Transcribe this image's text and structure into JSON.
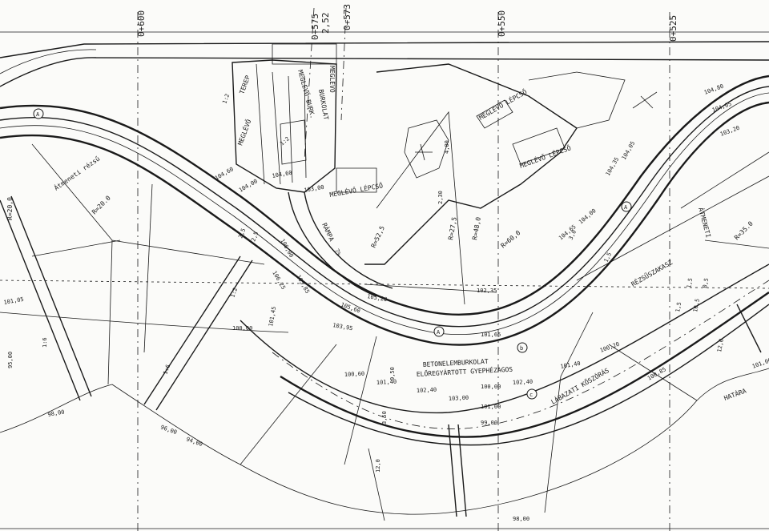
{
  "chainage_marks": [
    "0+600",
    "0+575",
    "0+573",
    "0+550",
    "0+525"
  ],
  "chainage_extra": "2,52",
  "labels": {
    "megl_top": "MEGLÉVŐ",
    "burkolat": "BURKOLAT",
    "megl_burk": "MEGLÉVŐ BURK.",
    "terep": "TEREP",
    "slope_12a": "1:2",
    "slope_12b": "1:2",
    "megl_left": "MEGLÉVŐ",
    "megl_lepcso1": "MEGLÉVŐ LÉPCSŐ",
    "megl_lepcso2": "MEGLÉVŐ LÉPCSŐ",
    "megl_lepcso3": "MEGLÉVŐ LÉPCSŐ",
    "rampa": "RÁMPA",
    "rampa_pct": "7%",
    "rezsu_left": "Átmeneti rézsű",
    "rezsu_left_r": "R=20.0",
    "rezsu_right": "ÁTMENETI",
    "rezsu_right_r": "R=35.0",
    "rezsuszakasz": "RÉZSŰSZAKASZ",
    "elore": "ELŐREGYÁRTOTT GYEPHÉZAGOS",
    "beton": "BETONELEMBURKOLAT",
    "labazati": "LÁBAZATI KŐSZÓRÁS",
    "hatar": "HATÁRA",
    "slope_16a": "1:6",
    "slope_16b": "1:6",
    "slope_12c": "1:2"
  },
  "radii": [
    "R=20,0",
    "R=27,5",
    "R=48,0",
    "R=52,5",
    "R=60,0"
  ],
  "dims": [
    "4,00",
    "2,30",
    "9,50",
    "3,50",
    "12,0",
    "12,0",
    "1,5",
    "0,5",
    "10,5",
    "1,5",
    "2,5",
    "2,5",
    "3,0",
    "1,5"
  ],
  "elevations": [
    "104,80",
    "104,05",
    "103,20",
    "104,60",
    "104,00",
    "104,60",
    "103,00",
    "106,00",
    "106,25",
    "105,85",
    "105,60",
    "105,20",
    "103,95",
    "102,35",
    "101,65",
    "101,45",
    "101,05",
    "100,00",
    "98,00",
    "100,00",
    "101,00",
    "99,00",
    "96,00",
    "94,00",
    "95,00",
    "98,00",
    "100,85",
    "101,00",
    "104,65",
    "104,00",
    "104,35",
    "104,05",
    "100,60",
    "101,40",
    "102,40",
    "103,00",
    "102,40",
    "101,40",
    "100,20"
  ],
  "circle_markers": [
    "A",
    "A",
    "A",
    "b",
    "c"
  ]
}
